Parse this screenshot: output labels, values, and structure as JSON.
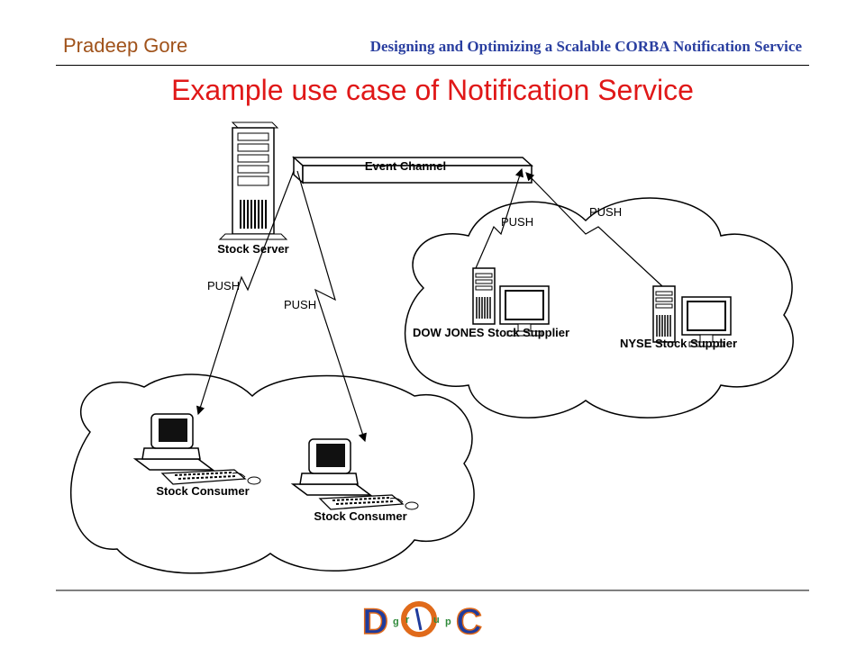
{
  "header": {
    "author": "Pradeep Gore",
    "subtitle": "Designing and Optimizing a Scalable CORBA Notification Service"
  },
  "slide": {
    "title": "Example use case of Notification Service"
  },
  "diagram": {
    "event_channel": "Event Channel",
    "stock_server": "Stock Server",
    "push_server_consumer_1": "PUSH",
    "push_server_consumer_2": "PUSH",
    "push_dow_jones": "PUSH",
    "push_nyse": "PUSH",
    "dow_jones_supplier": "DOW JONES Stock Supplier",
    "nyse_supplier": "NYSE Stock Supplier",
    "consumer_1": "Stock Consumer",
    "consumer_2": "Stock Consumer"
  },
  "footer": {
    "logo_letters": [
      "D",
      "O",
      "C"
    ],
    "logo_small_letters": [
      "g",
      "r",
      "u",
      "p"
    ],
    "colors": {
      "logo_blue": "#1f3b9c",
      "logo_orange": "#e06a1a",
      "logo_green": "#2f8a3a"
    }
  }
}
